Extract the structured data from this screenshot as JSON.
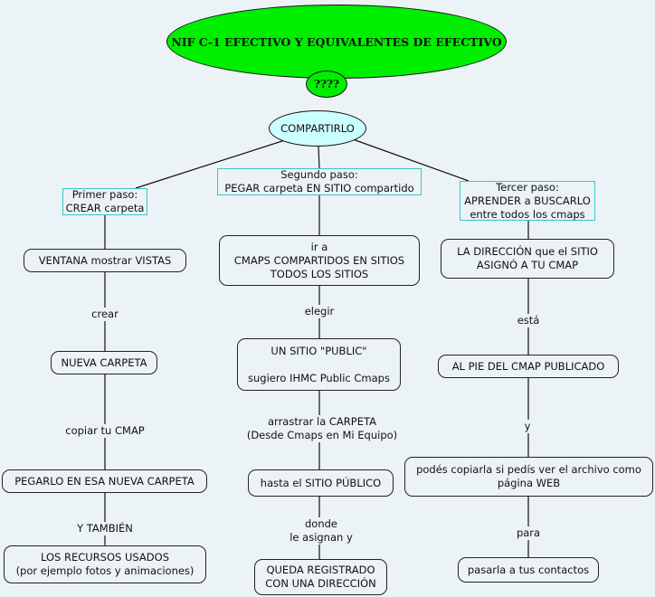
{
  "title_node": "NIF C-1 EFECTIVO Y EQUIVALENTES DE EFECTIVO",
  "question_node": "????",
  "root_node": "COMPARTIRLO",
  "colors": {
    "title_fill": "#00ee00",
    "root_fill": "#ccffff",
    "step_border": "#3cc4c4",
    "background": "#ecf3f6"
  },
  "steps": [
    {
      "label": "Primer paso:\nCREAR carpeta"
    },
    {
      "label": "Segundo paso:\nPEGAR carpeta EN SITIO compartido"
    },
    {
      "label": "Tercer paso:\nAPRENDER a BUSCARLO\nentre todos los cmaps"
    }
  ],
  "branch1": {
    "nodes": [
      "VENTANA mostrar  VISTAS",
      "NUEVA CARPETA",
      "PEGARLO EN ESA NUEVA CARPETA",
      "LOS RECURSOS USADOS\n(por ejemplo fotos y animaciones)"
    ],
    "links": [
      "crear",
      "copiar tu CMAP",
      "Y TAMBIÉN"
    ]
  },
  "branch2": {
    "nodes": [
      "ir a\nCMAPS COMPARTIDOS EN SITIOS\nTODOS LOS SITIOS",
      "UN SITIO \"PUBLIC\"\n\nsugiero IHMC Public Cmaps",
      "hasta el SITIO PÚBLICO",
      "QUEDA REGISTRADO\nCON UNA DIRECCIÓN"
    ],
    "links": [
      "elegir",
      "arrastrar la CARPETA\n(Desde Cmaps en Mi Equipo)",
      "donde\nle asignan y"
    ]
  },
  "branch3": {
    "nodes": [
      "LA DIRECCIÓN que el SITIO\nASIGNÓ A TU CMAP",
      "AL PIE DEL CMAP PUBLICADO",
      "podés copiarla si pedís ver el archivo como\npágina WEB",
      "pasarla a tus contactos"
    ],
    "links": [
      "está",
      "y",
      "para"
    ]
  }
}
